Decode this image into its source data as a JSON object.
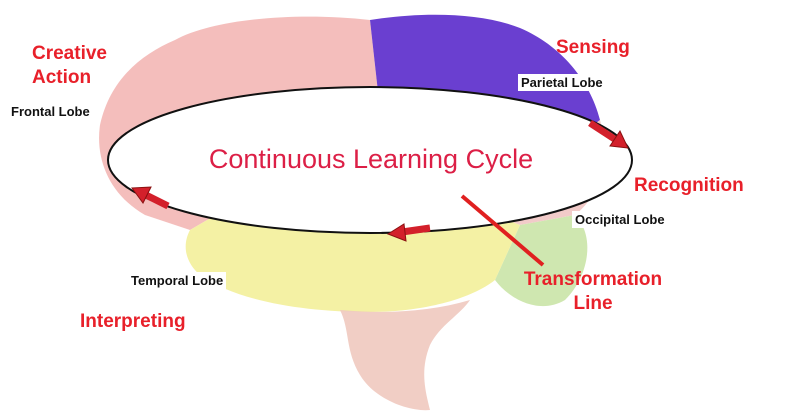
{
  "diagram": {
    "cycle_title": "Continuous Learning Cycle",
    "phases": {
      "creative_action": {
        "title": "Creative\nAction",
        "lobe": "Frontal Lobe"
      },
      "sensing": {
        "title": "Sensing",
        "lobe": "Parietal Lobe"
      },
      "recognition": {
        "title": "Recognition",
        "lobe": "Occipital Lobe"
      },
      "interpreting": {
        "title": "Interpreting",
        "lobe": "Temporal Lobe"
      }
    },
    "transformation_line": "Transformation\nLine"
  },
  "colors": {
    "frontal": "#f2b3b0",
    "parietal": "#6a3fd0",
    "occipital": "#cfe7b0",
    "temporal": "#f4f1a4",
    "stem": "#efc9bf",
    "accent_red": "#e8202a",
    "arrow": "#d3202b",
    "title": "#dc1f46"
  }
}
